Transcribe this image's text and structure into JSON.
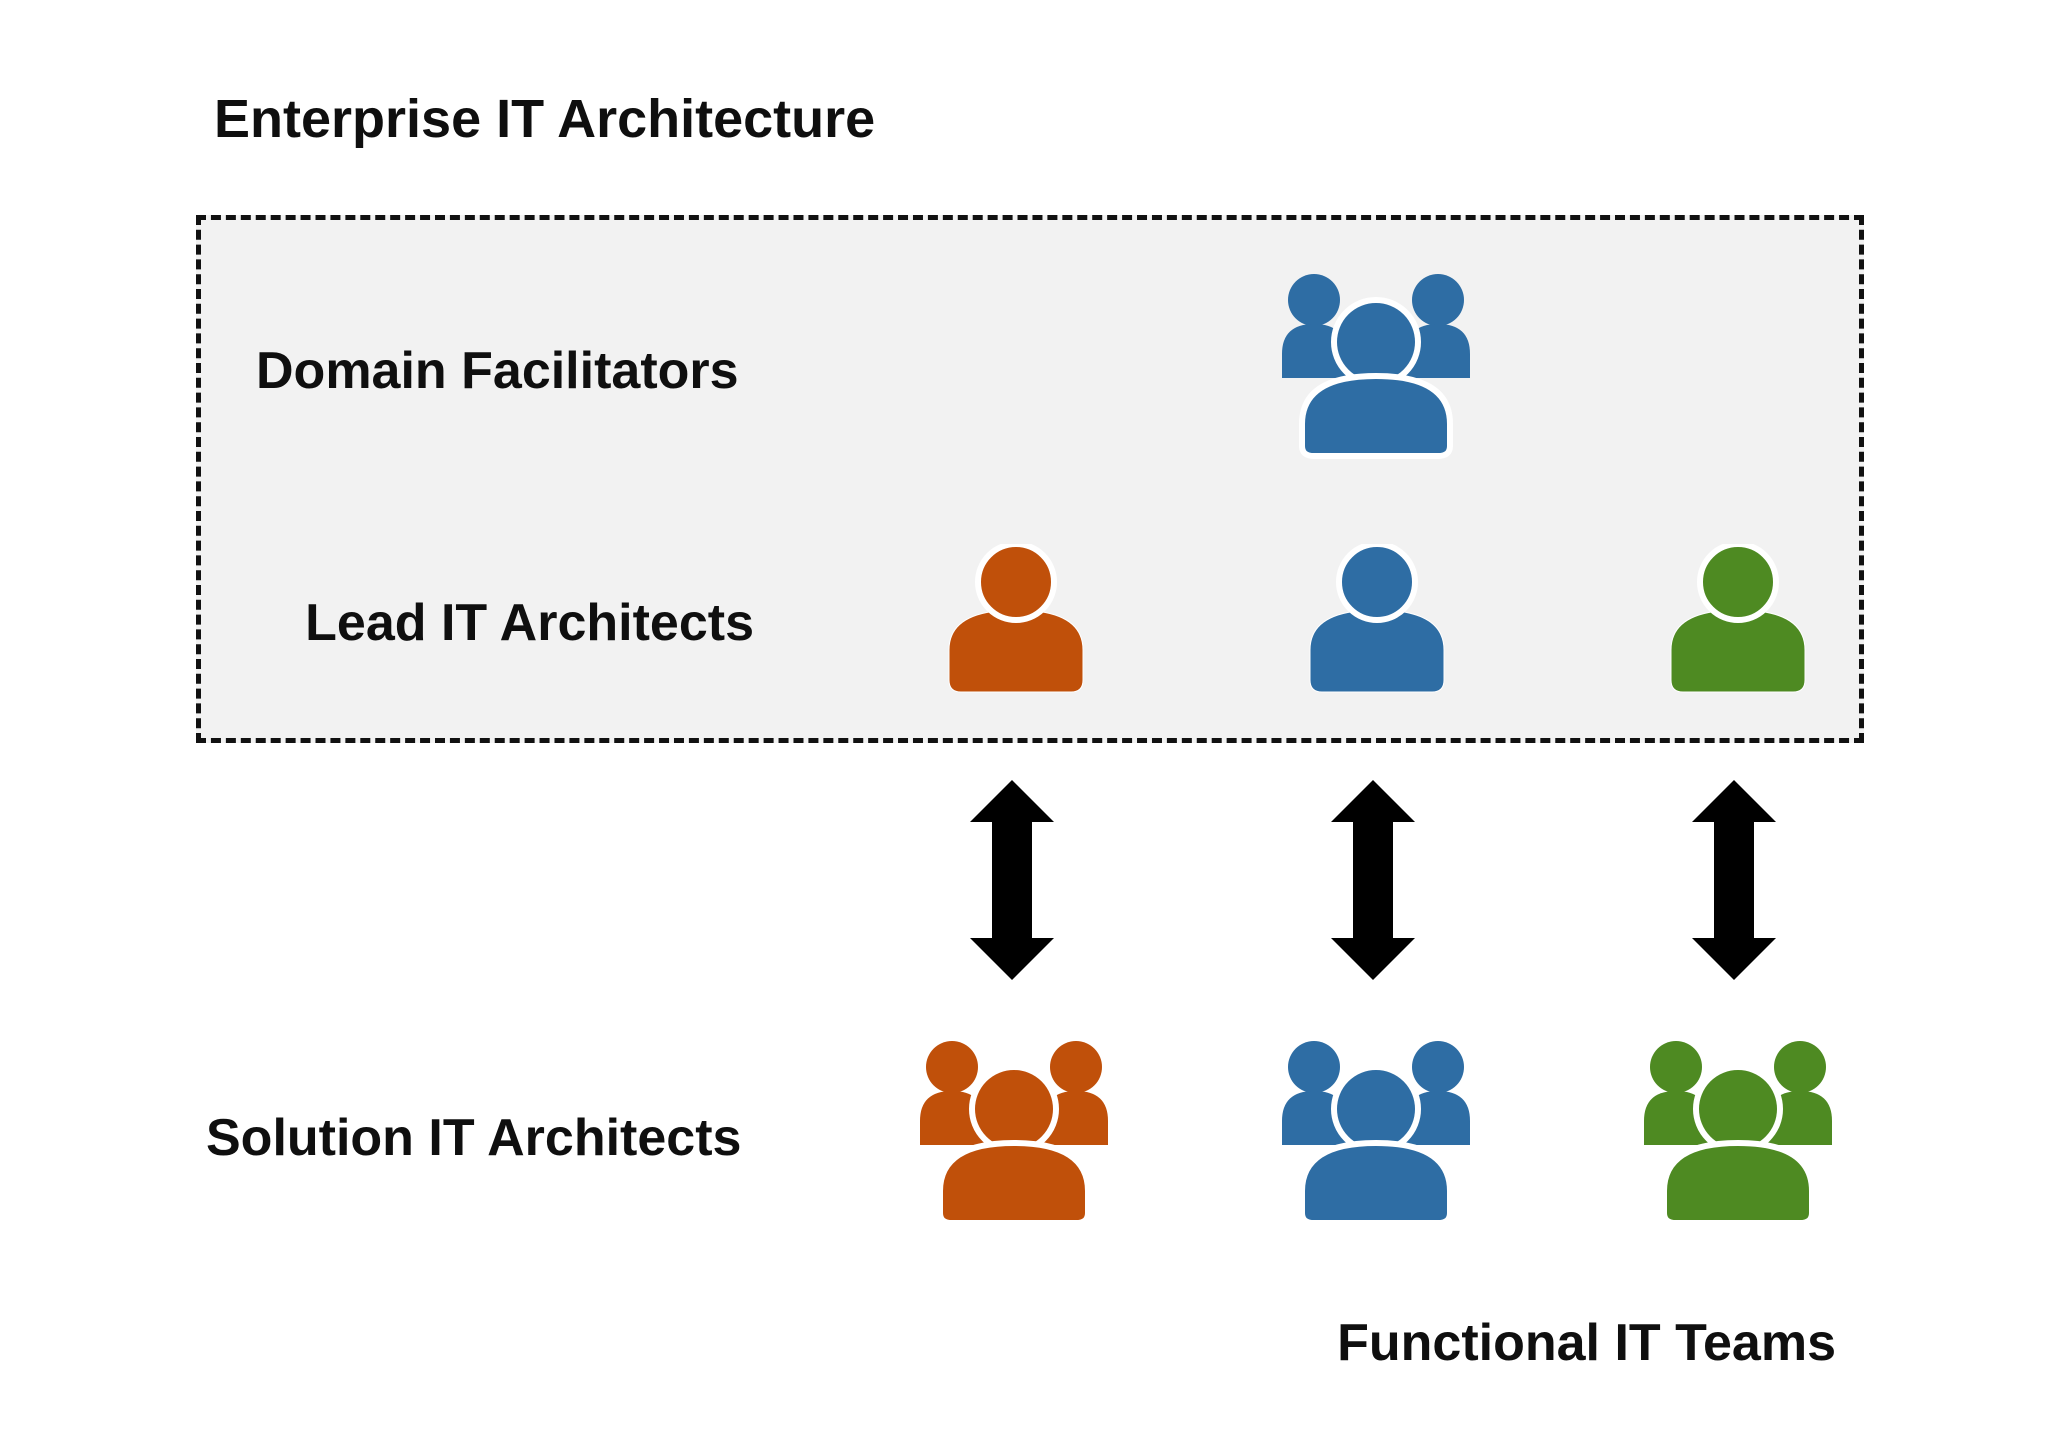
{
  "title": "Enterprise IT Architecture",
  "rows": {
    "domain_facilitators": "Domain Facilitators",
    "lead_architects": "Lead IT Architects",
    "solution_architects": "Solution IT Architects"
  },
  "footer": "Functional IT Teams",
  "colors": {
    "orange": "#c0500a",
    "blue": "#2e6da4",
    "green": "#4e8a22",
    "box_fill": "#f2f2f2",
    "arrow": "#000000"
  },
  "icons": {
    "group": "group-icon",
    "person": "person-icon",
    "double_arrow": "double-arrow-icon"
  }
}
